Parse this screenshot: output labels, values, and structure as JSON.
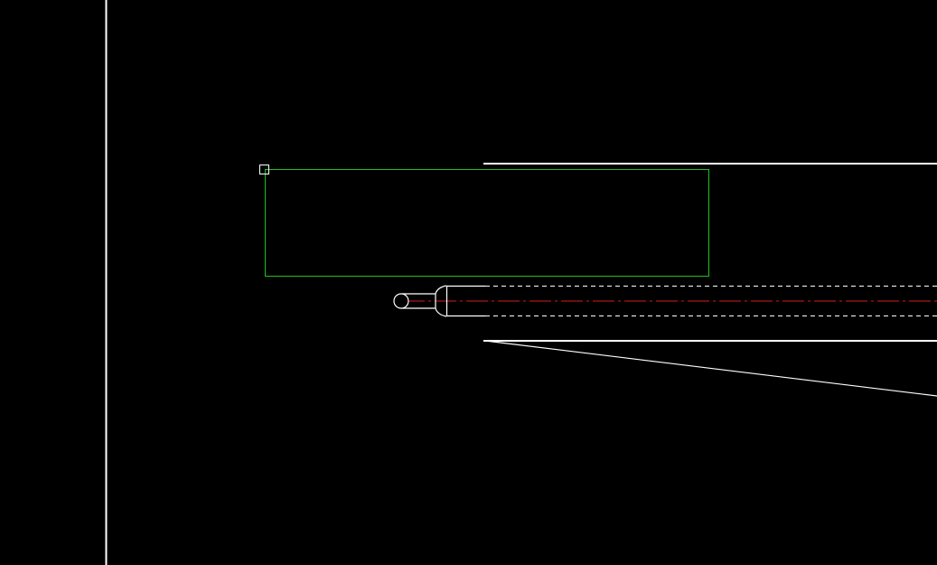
{
  "canvas": {
    "background": "#000000"
  },
  "colors": {
    "geometry": "#ffffff",
    "selection": "#1fc21f",
    "centerline": "#d21b1b"
  },
  "entities": {
    "left_boundary": "vertical-line",
    "selection_window": "rectangle-selection",
    "grip": "grip-marker",
    "shaft_outline": "horizontal-lines",
    "hidden_edges": "dashed-lines",
    "center_axis": "dash-dot-centerline",
    "tip": "circle-and-fillet",
    "taper_edge": "angled-line"
  }
}
